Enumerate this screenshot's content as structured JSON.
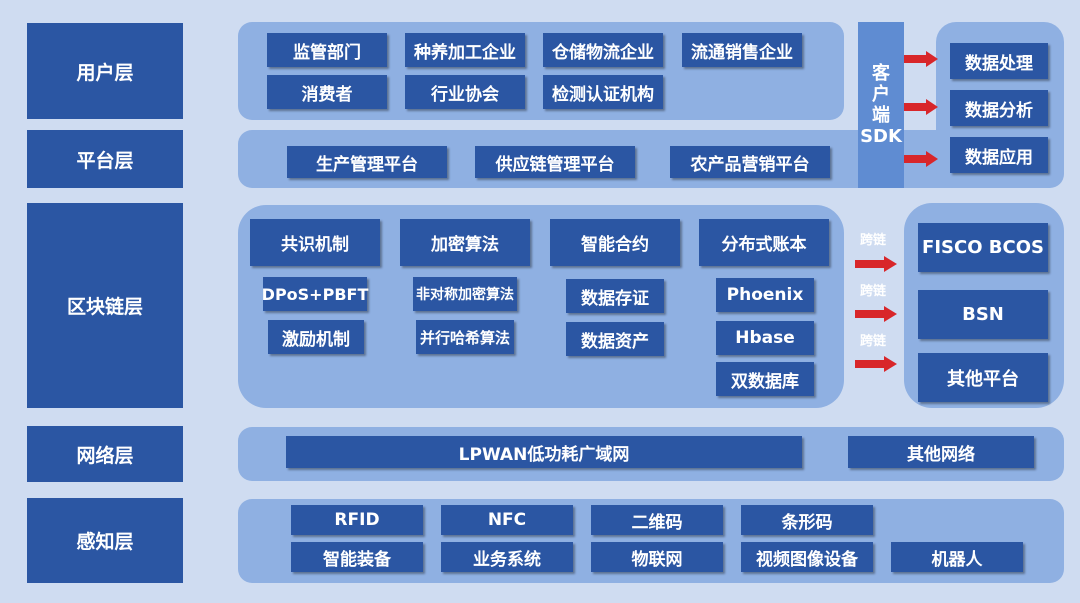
{
  "layers": {
    "user": "用户层",
    "platform": "平台层",
    "blockchain": "区块链层",
    "network": "网络层",
    "perception": "感知层"
  },
  "user_layer": {
    "row1": [
      "监管部门",
      "种养加工企业",
      "仓储物流企业",
      "流通销售企业"
    ],
    "row2": [
      "消费者",
      "行业协会",
      "检测认证机构"
    ]
  },
  "platform_layer": [
    "生产管理平台",
    "供应链管理平台",
    "农产品营销平台"
  ],
  "client_sdk": [
    "客",
    "户",
    "端",
    "SDK"
  ],
  "data_boxes": [
    "数据处理",
    "数据分析",
    "数据应用"
  ],
  "blockchain_layer": {
    "headers": [
      "共识机制",
      "加密算法",
      "智能合约",
      "分布式账本"
    ],
    "consensus": [
      "DPoS+PBFT",
      "激励机制"
    ],
    "crypto": [
      "非对称加密算法",
      "并行哈希算法"
    ],
    "contract": [
      "数据存证",
      "数据资产"
    ],
    "ledger": [
      "Phoenix",
      "Hbase",
      "双数据库"
    ]
  },
  "cross_chain_label": "跨链",
  "chain_platforms": [
    "FISCO BCOS",
    "BSN",
    "其他平台"
  ],
  "network_layer": [
    "LPWAN低功耗广域网",
    "其他网络"
  ],
  "perception_layer": {
    "row1": [
      "RFID",
      "NFC",
      "二维码",
      "条形码"
    ],
    "row2": [
      "智能装备",
      "业务系统",
      "物联网",
      "视频图像设备",
      "机器人"
    ]
  },
  "colors": {
    "background": "#cfdcf1",
    "dark_blue": "#2b56a3",
    "panel": "#8fb0e2",
    "sdk": "#5f8cd2",
    "arrow": "#d8262a"
  }
}
